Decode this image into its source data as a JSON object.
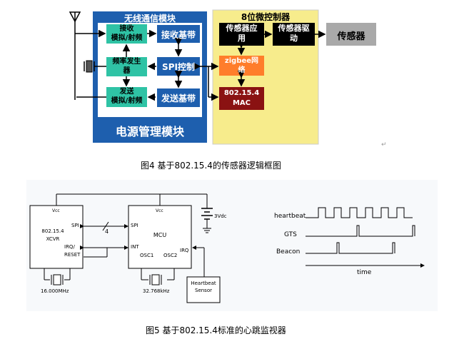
{
  "fig4": {
    "wireless_module_title": "无线通信模块",
    "rx_rf": "接收\n模拟/射频",
    "rx_baseband": "接收基带",
    "freq_synth": "频率发生\n器",
    "spi_ctrl": "SPI控制",
    "tx_rf": "发送\n模拟/射频",
    "tx_baseband": "发送基带",
    "power_mgmt": "电源管理模块",
    "mcu_title": "8位微控制器",
    "sensor_app": "传感器应\n用",
    "sensor_driver": "传感器驱\n动",
    "zigbee_net": "zigbee网\n络",
    "mac": "802.15.4\nMAC",
    "sensor": "传感器",
    "caption": "图4  基于802.15.4的传感器逻辑框图"
  },
  "fig5": {
    "xcvr_vcc": "Vcc",
    "xcvr_name": "802.15.4\nXCVR",
    "xcvr_spi": "SPI",
    "xcvr_irq_reset": "IRQ/\nRESET",
    "bus_width": "4",
    "xtal1": "16.000MHz",
    "mcu_vcc": "Vcc",
    "mcu_name": "MCU",
    "mcu_spi": "SPI",
    "mcu_int": "INT",
    "mcu_osc1": "OSC1",
    "mcu_osc2": "OSC2",
    "mcu_irq": "IRQ",
    "xtal2": "32.768kHz",
    "battery": "3Vdc",
    "heartbeat_sensor": "Heartbeat\nSensor",
    "sig_heartbeat": "heartbeat",
    "sig_gts": "GTS",
    "sig_beacon": "Beacon",
    "time_label": "time",
    "caption": "图5  基于802.15.4标准的心跳监视器"
  },
  "colors": {
    "blue_bg": "#1e5fae",
    "yellow_bg": "#f7ec8c",
    "teal_block": "#2fc3a5",
    "black_block": "#000000",
    "orange_block": "#ff7d2b",
    "maroon_block": "#8a1212",
    "sensor_gray": "#a9a9a9"
  }
}
